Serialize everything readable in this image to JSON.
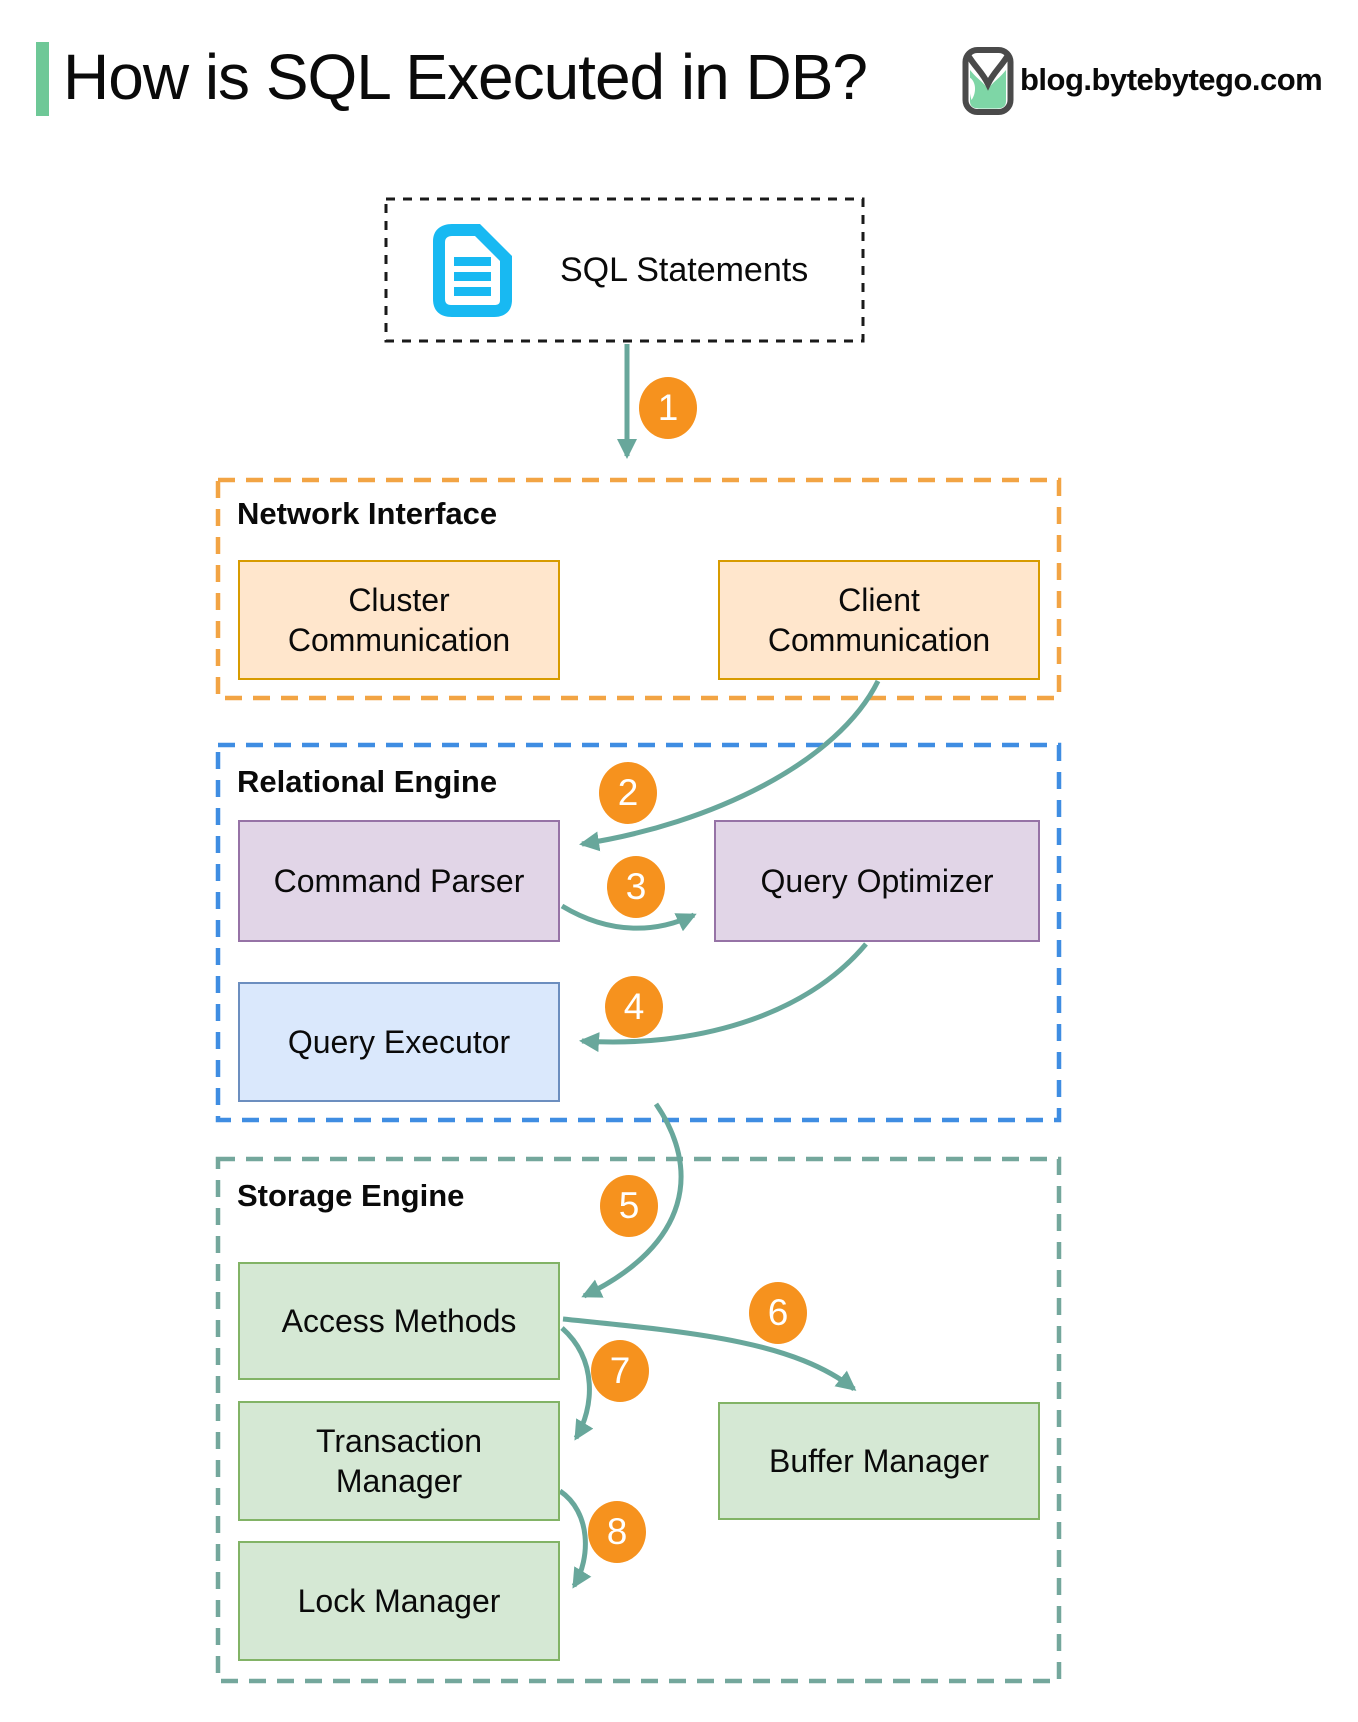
{
  "header": {
    "title": "How is SQL Executed in DB?",
    "site": "blog.bytebytego.com"
  },
  "source": {
    "label": "SQL Statements",
    "icon": "document-icon"
  },
  "sections": {
    "network": {
      "title": "Network Interface"
    },
    "relational": {
      "title": "Relational Engine"
    },
    "storage": {
      "title": "Storage Engine"
    }
  },
  "nodes": {
    "cluster_communication": "Cluster\nCommunication",
    "client_communication": "Client\nCommunication",
    "command_parser": "Command Parser",
    "query_optimizer": "Query Optimizer",
    "query_executor": "Query Executor",
    "access_methods": "Access Methods",
    "transaction_manager": "Transaction\nManager",
    "lock_manager": "Lock Manager",
    "buffer_manager": "Buffer Manager"
  },
  "steps": [
    "1",
    "2",
    "3",
    "4",
    "5",
    "6",
    "7",
    "8"
  ],
  "colors": {
    "accent_green": "#6EC897",
    "arrow_teal": "#68A79B",
    "step_orange": "#F6921E",
    "network_border": "#F2A444",
    "relational_border": "#3F8DE2",
    "storage_border": "#74A79C",
    "orange_box_fill": "#FFE6CC",
    "orange_box_border": "#D79B00",
    "purple_box_fill": "#E1D5E7",
    "purple_box_border": "#9673A6",
    "blue_box_fill": "#DAE8FC",
    "blue_box_border": "#6C8EBF",
    "green_box_fill": "#D5E8D4",
    "green_box_border": "#82B366",
    "doc_icon_cyan": "#18B9F2",
    "sql_outline_black": "#1a1a1a"
  }
}
